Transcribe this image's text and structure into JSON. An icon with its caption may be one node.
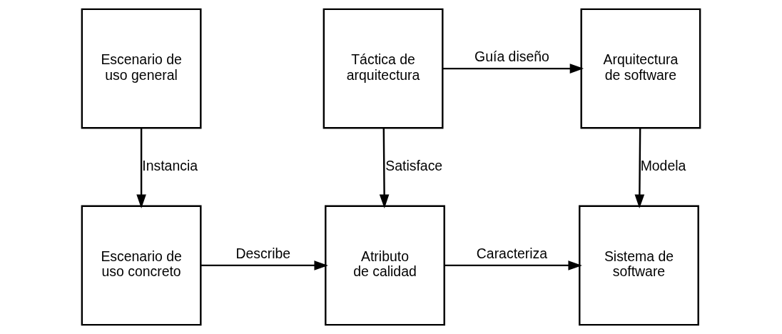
{
  "diagram": {
    "nodes": [
      {
        "text": [
          "Escenario de uso general"
        ]
      },
      {
        "text": [
          "Táctica de arquitectura"
        ]
      },
      {
        "text": [
          "Arquitectura de software"
        ]
      },
      {
        "text": [
          "Escenario de uso concreto"
        ]
      },
      {
        "text": [
          "Atributo de calidad"
        ]
      },
      {
        "text": [
          "Sistema de software"
        ]
      }
    ],
    "edges": [
      {
        "from": 0,
        "to": 3,
        "arrow": "to",
        "label": "Instancia"
      },
      {
        "from": 1,
        "to": 2,
        "arrow": "to",
        "label": "Guía diseño"
      },
      {
        "from": 1,
        "to": 4,
        "arrow": "to",
        "label": "Satisface"
      },
      {
        "from": 2,
        "to": 5,
        "arrow": "to",
        "label": "Modela"
      },
      {
        "from": 3,
        "to": 4,
        "arrow": "to",
        "label": "Describe"
      },
      {
        "from": 4,
        "to": 5,
        "arrow": "to",
        "label": "Caracteriza"
      }
    ]
  }
}
